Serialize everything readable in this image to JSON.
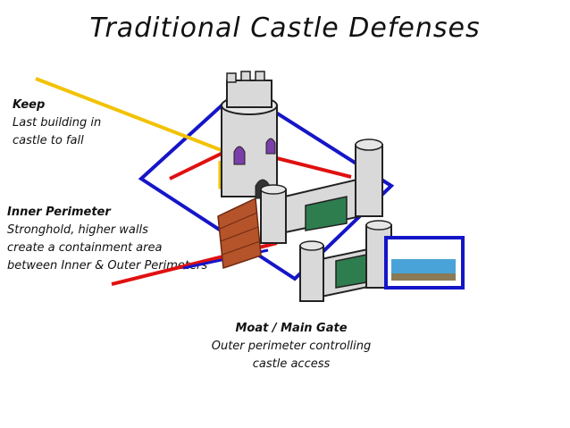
{
  "title": "Traditional Castle Defenses",
  "keep": {
    "heading": "Keep",
    "lines": [
      "Last building in",
      "castle to fall"
    ]
  },
  "inner": {
    "heading": "Inner Perimeter",
    "lines": [
      "Stronghold, higher walls",
      "create a containment area",
      "between Inner & Outer Perimeters"
    ]
  },
  "moat": {
    "heading": "Moat / Main Gate",
    "lines": [
      "Outer perimeter controlling",
      "castle access"
    ]
  },
  "colors": {
    "blue": "#1515c8",
    "red": "#e01010",
    "yellow": "#f2c200",
    "stone": "#d9d9d9",
    "brick": "#b5532a",
    "water": "#4aa3d8"
  },
  "icons": [
    "keep-tower-icon",
    "castle-wall-icon",
    "gate-icon",
    "moat-cross-section-icon"
  ]
}
